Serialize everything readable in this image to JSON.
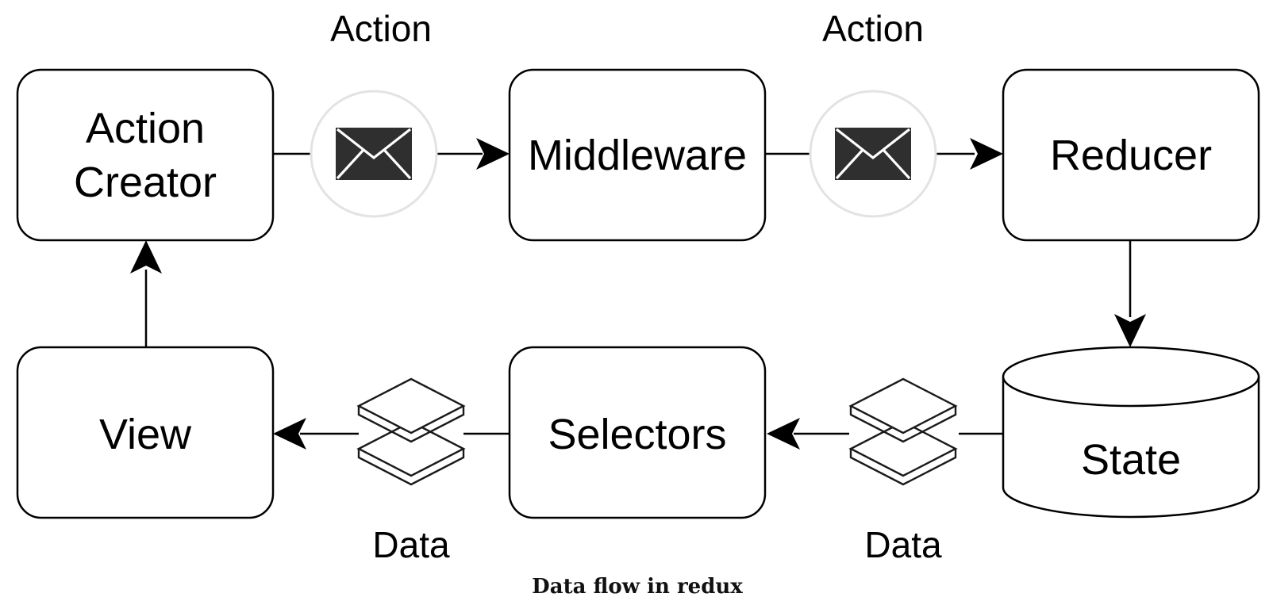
{
  "nodes": {
    "action_creator": {
      "line1": "Action",
      "line2": "Creator"
    },
    "middleware": {
      "label": "Middleware"
    },
    "reducer": {
      "label": "Reducer"
    },
    "state": {
      "label": "State"
    },
    "selectors": {
      "label": "Selectors"
    },
    "view": {
      "label": "View"
    }
  },
  "edges": {
    "action_to_middleware": {
      "label": "Action",
      "icon": "envelope-icon"
    },
    "middleware_to_reducer": {
      "label": "Action",
      "icon": "envelope-icon"
    },
    "state_to_selectors": {
      "label": "Data",
      "icon": "stacked-layers-icon"
    },
    "selectors_to_view": {
      "label": "Data",
      "icon": "stacked-layers-icon"
    }
  },
  "caption": "Data flow in redux"
}
